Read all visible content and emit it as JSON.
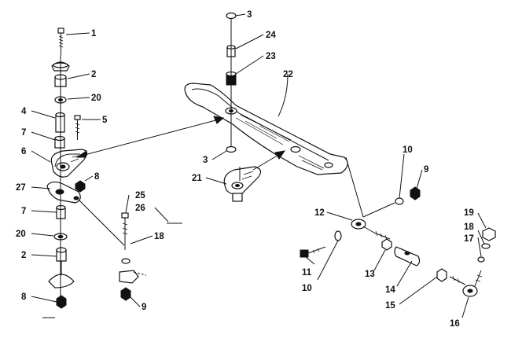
{
  "labels": [
    "1",
    "2",
    "20",
    "4",
    "7",
    "5",
    "6",
    "8",
    "27",
    "7",
    "20",
    "2",
    "8",
    "25",
    "26",
    "18",
    "9",
    "3",
    "24",
    "23",
    "22",
    "3",
    "21",
    "10",
    "9",
    "12",
    "11",
    "10",
    "13",
    "14",
    "15",
    "19",
    "18",
    "17",
    "16"
  ]
}
